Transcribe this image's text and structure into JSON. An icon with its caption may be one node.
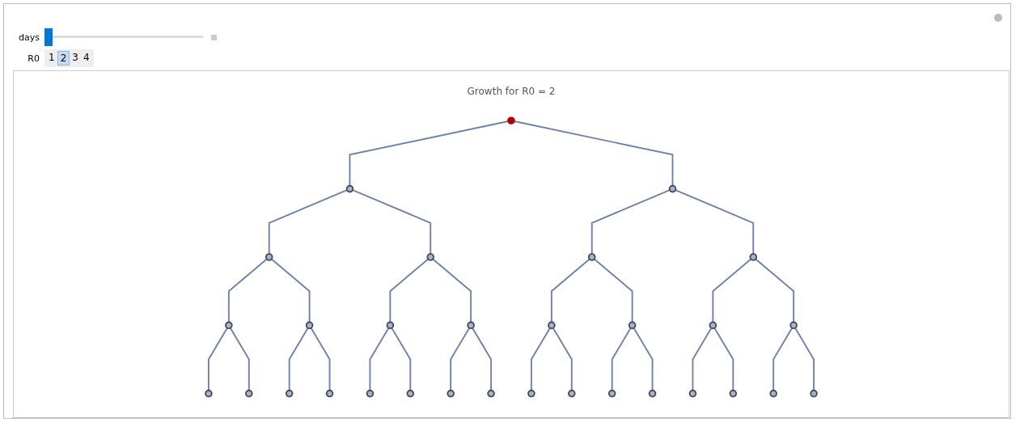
{
  "diagram": {
    "title": "Growth for R0 = 2",
    "nodes": [
      {
        "text": [],
        "shape": "circle"
      },
      {
        "text": [],
        "shape": "circle"
      },
      {
        "text": [],
        "shape": "circle"
      },
      {
        "text": [],
        "shape": "circle"
      },
      {
        "text": [],
        "shape": "circle"
      },
      {
        "text": [],
        "shape": "circle"
      },
      {
        "text": [],
        "shape": "circle"
      },
      {
        "text": [],
        "shape": "circle"
      },
      {
        "text": [],
        "shape": "circle"
      },
      {
        "text": [],
        "shape": "circle"
      },
      {
        "text": [],
        "shape": "circle"
      },
      {
        "text": [],
        "shape": "circle"
      },
      {
        "text": [],
        "shape": "circle"
      },
      {
        "text": [],
        "shape": "circle"
      },
      {
        "text": [],
        "shape": "circle"
      },
      {
        "text": [],
        "shape": "circle"
      },
      {
        "text": [],
        "shape": "circle"
      },
      {
        "text": [],
        "shape": "circle"
      },
      {
        "text": [],
        "shape": "circle"
      },
      {
        "text": [],
        "shape": "circle"
      },
      {
        "text": [],
        "shape": "circle"
      },
      {
        "text": [],
        "shape": "circle"
      },
      {
        "text": [],
        "shape": "circle"
      },
      {
        "text": [],
        "shape": "circle"
      },
      {
        "text": [],
        "shape": "circle"
      },
      {
        "text": [],
        "shape": "circle"
      },
      {
        "text": [],
        "shape": "circle"
      },
      {
        "text": [],
        "shape": "circle"
      },
      {
        "text": [],
        "shape": "circle"
      },
      {
        "text": [],
        "shape": "circle"
      },
      {
        "text": [],
        "shape": "circle"
      }
    ],
    "edges": [
      {
        "from": 0,
        "to": 1,
        "arrow": "none"
      },
      {
        "from": 0,
        "to": 2,
        "arrow": "none"
      },
      {
        "from": 1,
        "to": 3,
        "arrow": "none"
      },
      {
        "from": 1,
        "to": 4,
        "arrow": "none"
      },
      {
        "from": 2,
        "to": 5,
        "arrow": "none"
      },
      {
        "from": 2,
        "to": 6,
        "arrow": "none"
      },
      {
        "from": 3,
        "to": 7,
        "arrow": "none"
      },
      {
        "from": 3,
        "to": 8,
        "arrow": "none"
      },
      {
        "from": 4,
        "to": 9,
        "arrow": "none"
      },
      {
        "from": 4,
        "to": 10,
        "arrow": "none"
      },
      {
        "from": 5,
        "to": 11,
        "arrow": "none"
      },
      {
        "from": 5,
        "to": 12,
        "arrow": "none"
      },
      {
        "from": 6,
        "to": 13,
        "arrow": "none"
      },
      {
        "from": 6,
        "to": 14,
        "arrow": "none"
      },
      {
        "from": 7,
        "to": 15,
        "arrow": "none"
      },
      {
        "from": 7,
        "to": 16,
        "arrow": "none"
      },
      {
        "from": 8,
        "to": 17,
        "arrow": "none"
      },
      {
        "from": 8,
        "to": 18,
        "arrow": "none"
      },
      {
        "from": 9,
        "to": 19,
        "arrow": "none"
      },
      {
        "from": 9,
        "to": 20,
        "arrow": "none"
      },
      {
        "from": 10,
        "to": 21,
        "arrow": "none"
      },
      {
        "from": 10,
        "to": 22,
        "arrow": "none"
      },
      {
        "from": 11,
        "to": 23,
        "arrow": "none"
      },
      {
        "from": 11,
        "to": 24,
        "arrow": "none"
      },
      {
        "from": 12,
        "to": 25,
        "arrow": "none"
      },
      {
        "from": 12,
        "to": 26,
        "arrow": "none"
      },
      {
        "from": 13,
        "to": 27,
        "arrow": "none"
      },
      {
        "from": 13,
        "to": 28,
        "arrow": "none"
      },
      {
        "from": 14,
        "to": 29,
        "arrow": "none"
      },
      {
        "from": 14,
        "to": 30,
        "arrow": "none"
      }
    ],
    "labels": [
      "days",
      "R0",
      "1",
      "2",
      "3",
      "4"
    ]
  }
}
